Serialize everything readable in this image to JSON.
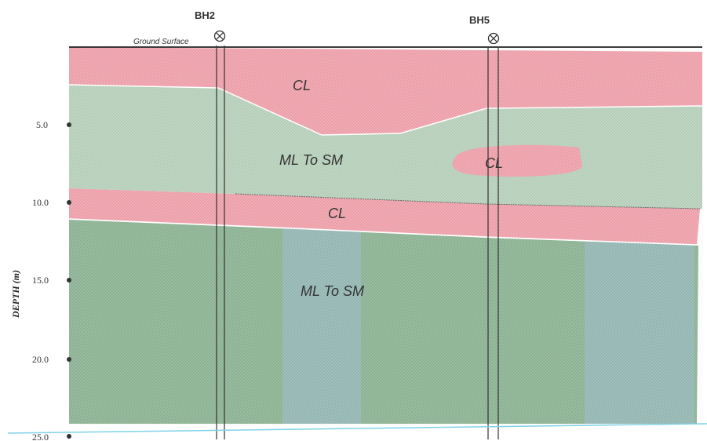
{
  "section": {
    "ground_surface_label": "Ground Surface",
    "boreholes": [
      {
        "id": "BH2",
        "symbol": "circle-cross-icon"
      },
      {
        "id": "BH5",
        "symbol": "circle-cross-icon"
      }
    ],
    "layers": [
      {
        "label": "CL",
        "color": "#f0a3ad"
      },
      {
        "label": "ML To SM",
        "color": "#b9d2bd"
      },
      {
        "label": "CL",
        "color": "#f0a3ad"
      },
      {
        "label": "ML To SM",
        "color": "#8fb596"
      }
    ],
    "lens": {
      "label": "CL",
      "color": "#f0a3ad"
    },
    "band_color": "#9fbcd0"
  },
  "axis": {
    "title": "DEPTH (m)",
    "ticks": [
      "5.0",
      "10.0",
      "15.0",
      "20.0",
      "25.0"
    ]
  }
}
